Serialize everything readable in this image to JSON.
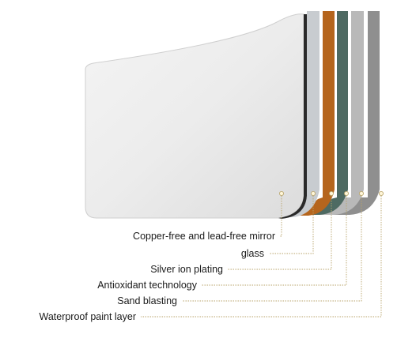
{
  "diagram": {
    "layers": [
      {
        "label": "Copper-free and lead-free mirror",
        "color": "#d9d9d9"
      },
      {
        "label": "glass",
        "color": "#c8ccd0"
      },
      {
        "label": "Silver ion plating",
        "color": "#b5651d"
      },
      {
        "label": "Antioxidant technology",
        "color": "#4e6a62"
      },
      {
        "label": "Sand blasting",
        "color": "#b9b9b9"
      },
      {
        "label": "Waterproof paint layer",
        "color": "#8f8f8f"
      }
    ],
    "leader_color": "#b8a36a"
  }
}
